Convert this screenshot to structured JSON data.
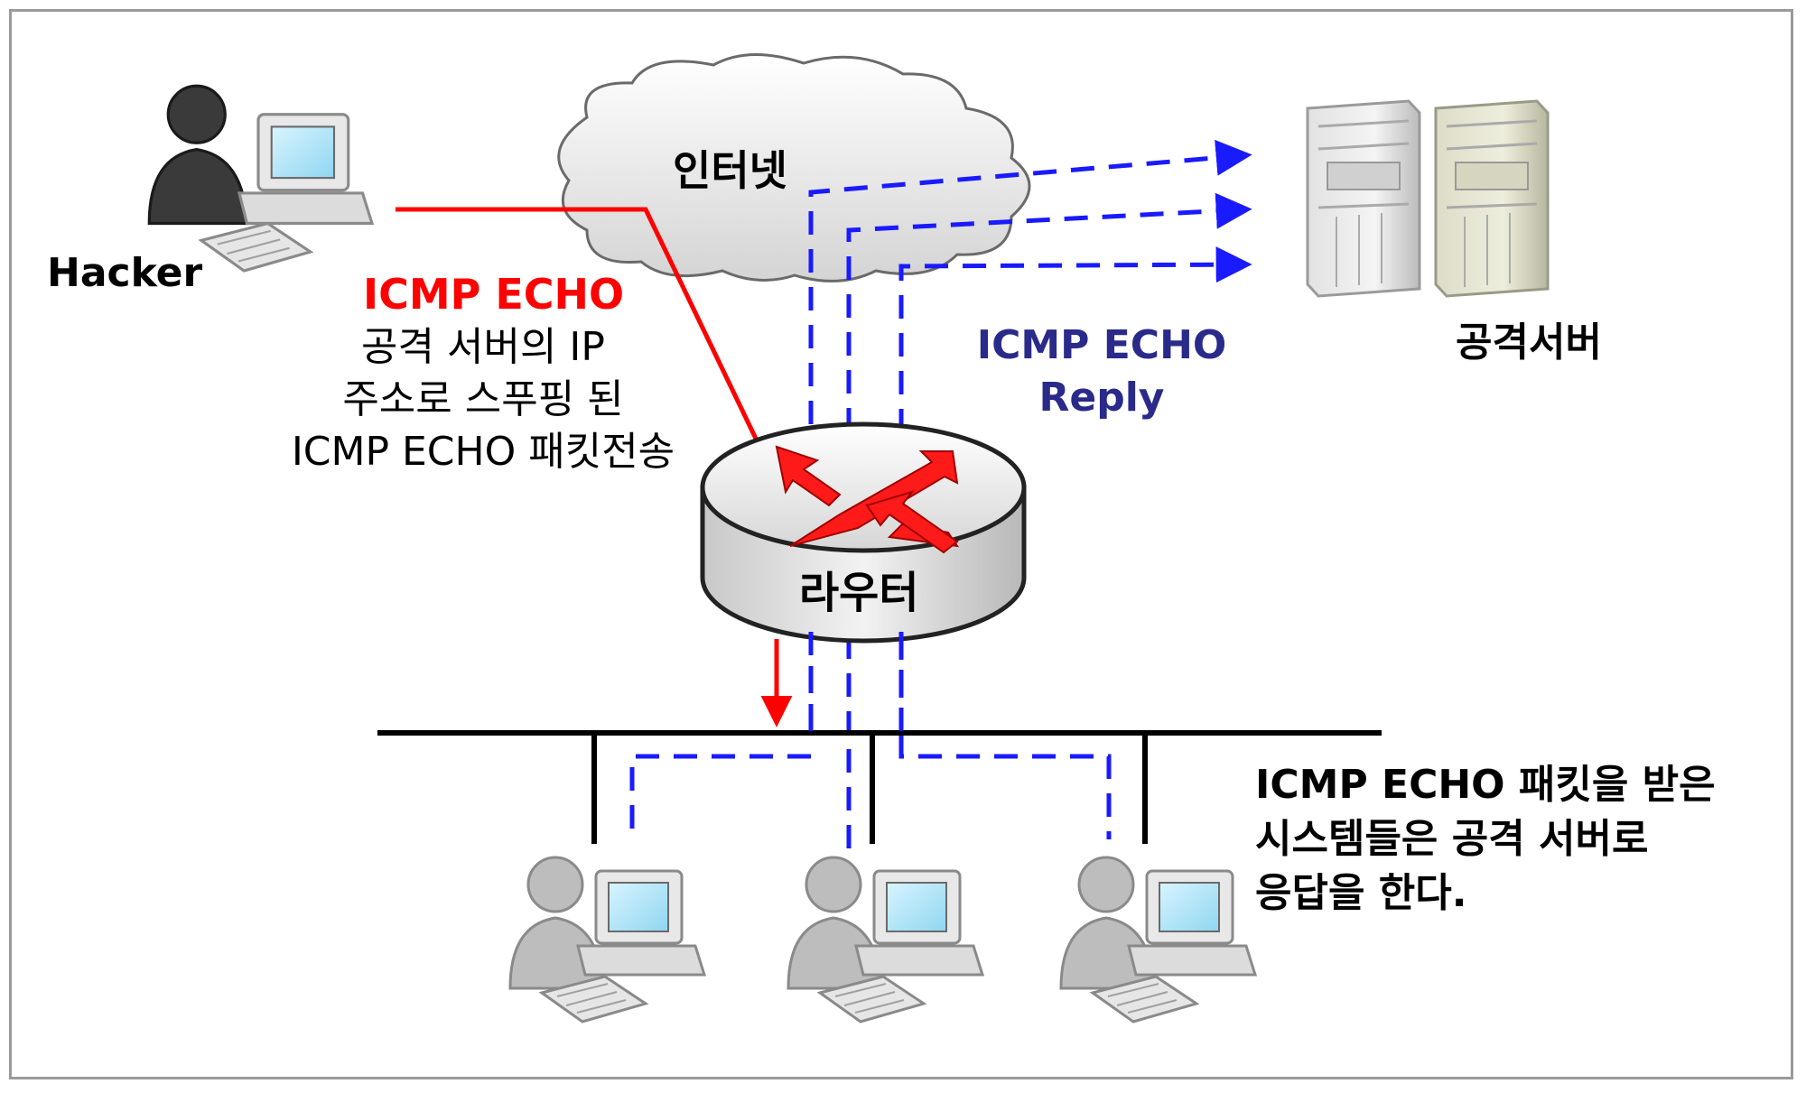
{
  "labels": {
    "hacker": "Hacker",
    "internet": "인터넷",
    "router": "라우터",
    "attack_server": "공격서버",
    "request_title": "ICMP ECHO",
    "request_desc_1": "공격 서버의 IP",
    "request_desc_2": "주소로 스푸핑 된",
    "request_desc_3": "ICMP ECHO 패킷전송",
    "reply_line_1": "ICMP ECHO",
    "reply_line_2": "Reply",
    "victim_note_1": "ICMP ECHO 패킷을 받은",
    "victim_note_2": "시스템들은 공격 서버로",
    "victim_note_3": "응답을 한다."
  },
  "colors": {
    "request": "#ff0000",
    "reply": "#1a1aff",
    "reply_text": "#2a2a8a",
    "lan": "#000000"
  },
  "icons": [
    "hacker-workstation-icon",
    "cloud-icon",
    "router-icon",
    "server-icon",
    "user-workstation-icon"
  ]
}
